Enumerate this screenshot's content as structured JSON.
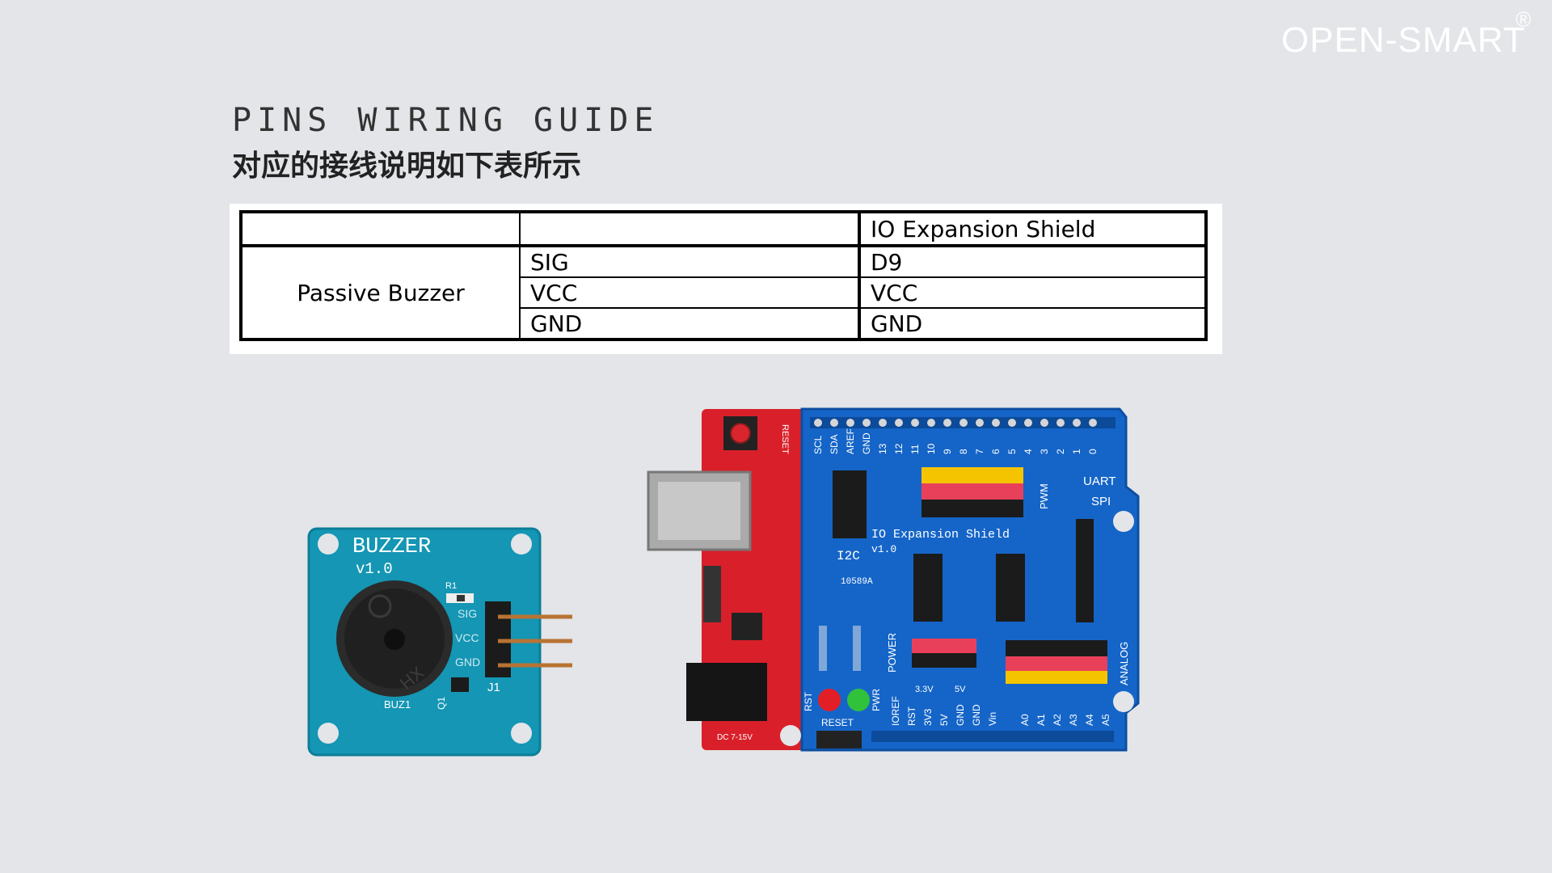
{
  "brand": {
    "name": "OPEN-SMART",
    "mark": "®"
  },
  "title": {
    "en": "PINS WIRING GUIDE",
    "cn": "对应的接线说明如下表所示"
  },
  "table": {
    "header": [
      "",
      "",
      "IO Expansion Shield"
    ],
    "component": "Passive Buzzer",
    "rows": [
      {
        "pin": "SIG",
        "shield": "D9"
      },
      {
        "pin": "VCC",
        "shield": "VCC"
      },
      {
        "pin": "GND",
        "shield": "GND"
      }
    ]
  },
  "buzzer_module": {
    "name": "BUZZER",
    "version": "v1.0",
    "pins": [
      "SIG",
      "VCC",
      "GND"
    ],
    "labels": {
      "r1": "R1",
      "q1": "Q1",
      "j1": "J1",
      "buz": "BUZ1",
      "mark": "HX"
    }
  },
  "shield_board": {
    "name": "IO Expansion Shield",
    "version": "v1.0",
    "code": "10589A",
    "labels": {
      "uart": "UART",
      "spi": "SPI",
      "i2c": "I2C",
      "pwm": "PWM",
      "power": "POWER",
      "analog": "ANALOG",
      "reset": "RESET",
      "rst": "RST",
      "pwr": "PWR",
      "v33": "3.3V",
      "v5": "5V",
      "dc": "DC 7-15V"
    },
    "top_pins": [
      "SCL",
      "SDA",
      "AREF",
      "GND",
      "13",
      "12",
      "11",
      "10",
      "9",
      "8",
      "7",
      "6",
      "5",
      "4",
      "3",
      "2",
      "1",
      "0"
    ],
    "bottom_pins": [
      "IOREF",
      "RST",
      "3V3",
      "5V",
      "GND",
      "GND",
      "Vin",
      "A0",
      "A1",
      "A2",
      "A3",
      "A4",
      "A5"
    ]
  }
}
